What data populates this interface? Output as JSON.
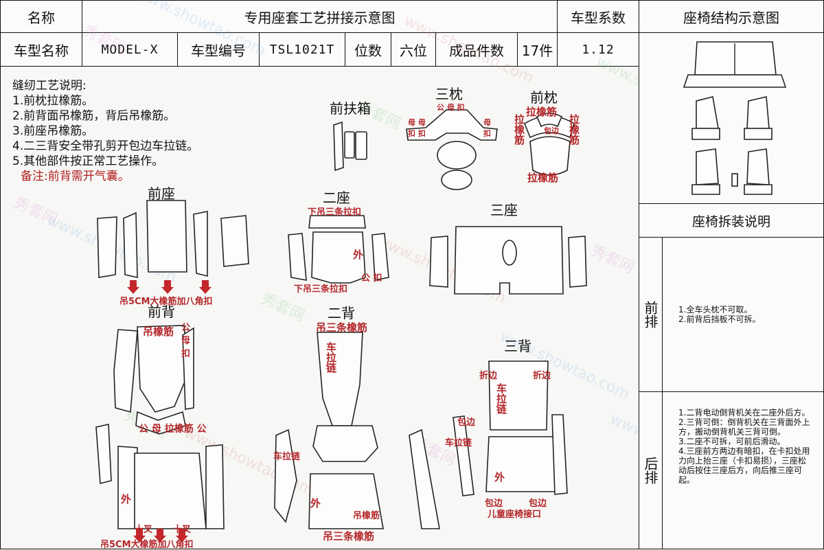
{
  "header": {
    "name_label": "名称",
    "title": "专用座套工艺拼接示意图",
    "series_label": "车型系数",
    "structure_title": "座椅结构示意图",
    "model_name_label": "车型名称",
    "model_name": "MODEL-X",
    "model_code_label": "车型编号",
    "model_code": "TSL1021T",
    "seats_label": "位数",
    "seats": "六位",
    "pieces_label": "成品件数",
    "pieces": "17件",
    "series_value": "1.12"
  },
  "notes": {
    "title": "缝纫工艺说明:",
    "items": [
      "1.前枕拉橡筋。",
      "2.前背面吊橡筋，背后吊橡筋。",
      "3.前座吊橡筋。",
      "4.二三背安全带孔剪开包边车拉链。",
      "5.其他部件按正常工艺操作。"
    ],
    "remark": "备注:前背需开气囊。"
  },
  "sections": {
    "front_armrest": "前扶箱",
    "third_pillow": "三枕",
    "front_pillow": "前枕",
    "front_seat": "前座",
    "second_seat": "二座",
    "third_seat": "三座",
    "front_back": "前背",
    "second_back": "二背",
    "third_back": "三背"
  },
  "annotations": {
    "front_seat_arrow": "吊5CM大橡筋加八角扣",
    "front_back_arrow": "吊5CM大橡筋加八角扣",
    "second_seat_top": "下吊三条拉扣",
    "second_seat_bottom": "下吊三条拉扣",
    "second_seat_outer": "外",
    "second_seat_clip": "公 扣",
    "front_back_top": "吊橡筋",
    "front_back_mid": "公 母 拉橡筋 公",
    "front_back_outer": "外",
    "front_back_cross_left": "十叉",
    "front_back_cross_right": "十叉",
    "second_back_top": "吊三条橡筋",
    "second_back_zipper": "车拉链",
    "second_back_zip_left": "车拉链",
    "second_back_outer": "外",
    "second_back_hang": "吊橡筋",
    "second_back_bottom": "吊三条橡筋",
    "third_back_fold_left": "折边",
    "third_back_fold_right": "折边",
    "third_back_zipper": "车拉链",
    "third_back_zip_left": "车拉链",
    "third_back_outer": "外",
    "third_back_bottom": "儿童座椅接口",
    "third_back_wrap1": "包边",
    "third_back_wrap2": "包边",
    "third_back_wrap3": "包边",
    "pillow_rubber": "拉橡筋",
    "pillow_rubber_bottom": "拉橡筋",
    "pillow_side_left": "拉橡筋",
    "pillow_side_right": "拉橡筋",
    "pillow_wrap": "包边",
    "third_pillow_clip": "公 母 扣",
    "third_pillow_mu_left": "母 母 扣 扣",
    "third_pillow_mu_right": "母 扣",
    "side_gm": "公 母 扣"
  },
  "right_panel": {
    "disassembly_title": "座椅拆装说明",
    "front_row_label": "前排",
    "front_row_notes": [
      "1.全车头枕不可取。",
      "2.前背后挡板不可拆。"
    ],
    "rear_row_label": "后排",
    "rear_row_notes": [
      "1.二背电动倒背机关在二座外后方。",
      "2.三背可倒：倒背机关在三背面外上方，搬动倒背机关三背可倒。",
      "3.二座不可拆，可前后滑动。",
      "4.三座前方两边有暗扣，在卡扣处用力向上抬三座（卡扣易损），三座松动后按住三座后方，向后推三座可起。"
    ]
  },
  "watermark": [
    "秀套网",
    "www.showtao.com"
  ]
}
